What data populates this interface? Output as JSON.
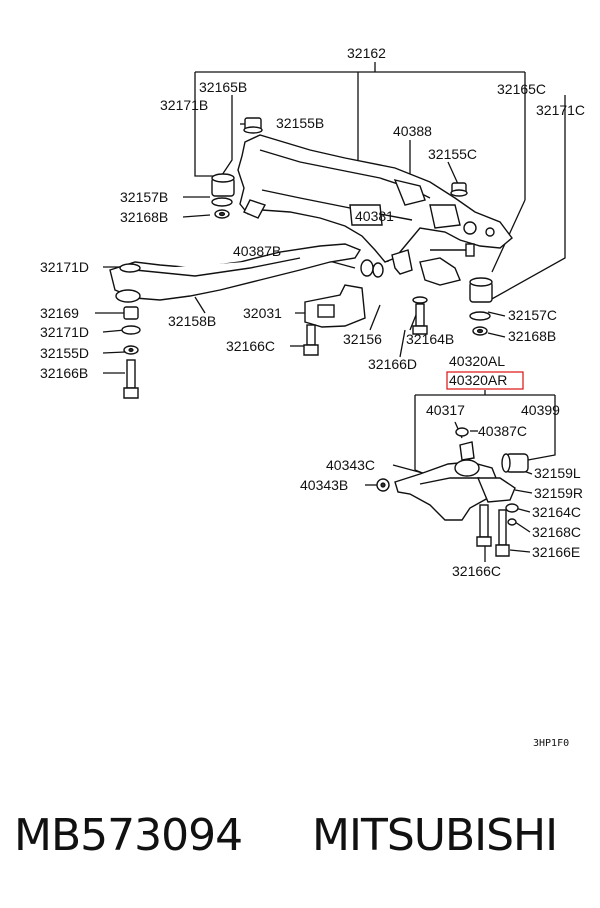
{
  "labels": {
    "l32162": "32162",
    "l32165B": "32165B",
    "l32171B": "32171B",
    "l32155B": "32155B",
    "l40388": "40388",
    "l32165C": "32165C",
    "l32171C": "32171C",
    "l32155C": "32155C",
    "l32157B": "32157B",
    "l32168B_left": "32168B",
    "l40381": "40381",
    "l40387B": "40387B",
    "l32171D_top": "32171D",
    "l32169": "32169",
    "l32171D_bot": "32171D",
    "l32155D": "32155D",
    "l32166B": "32166B",
    "l32158B": "32158B",
    "l32031": "32031",
    "l32166C_left": "32166C",
    "l32156": "32156",
    "l32164B": "32164B",
    "l32157C": "32157C",
    "l32168B_right": "32168B",
    "l32166D": "32166D",
    "l40320AL": "40320AL",
    "l40320AR": "40320AR",
    "l40317": "40317",
    "l40399": "40399",
    "l40387C": "40387C",
    "l40343C": "40343C",
    "l40343B": "40343B",
    "l32159L": "32159L",
    "l32159R": "32159R",
    "l32164C": "32164C",
    "l32168C": "32168C",
    "l32166E": "32166E",
    "l32166C_bot": "32166C",
    "code": "3HP1F0"
  },
  "footer": {
    "part_number": "MB573094",
    "brand": "MITSUBISHI"
  },
  "colors": {
    "highlight": "#dd1111",
    "ink": "#111111"
  }
}
